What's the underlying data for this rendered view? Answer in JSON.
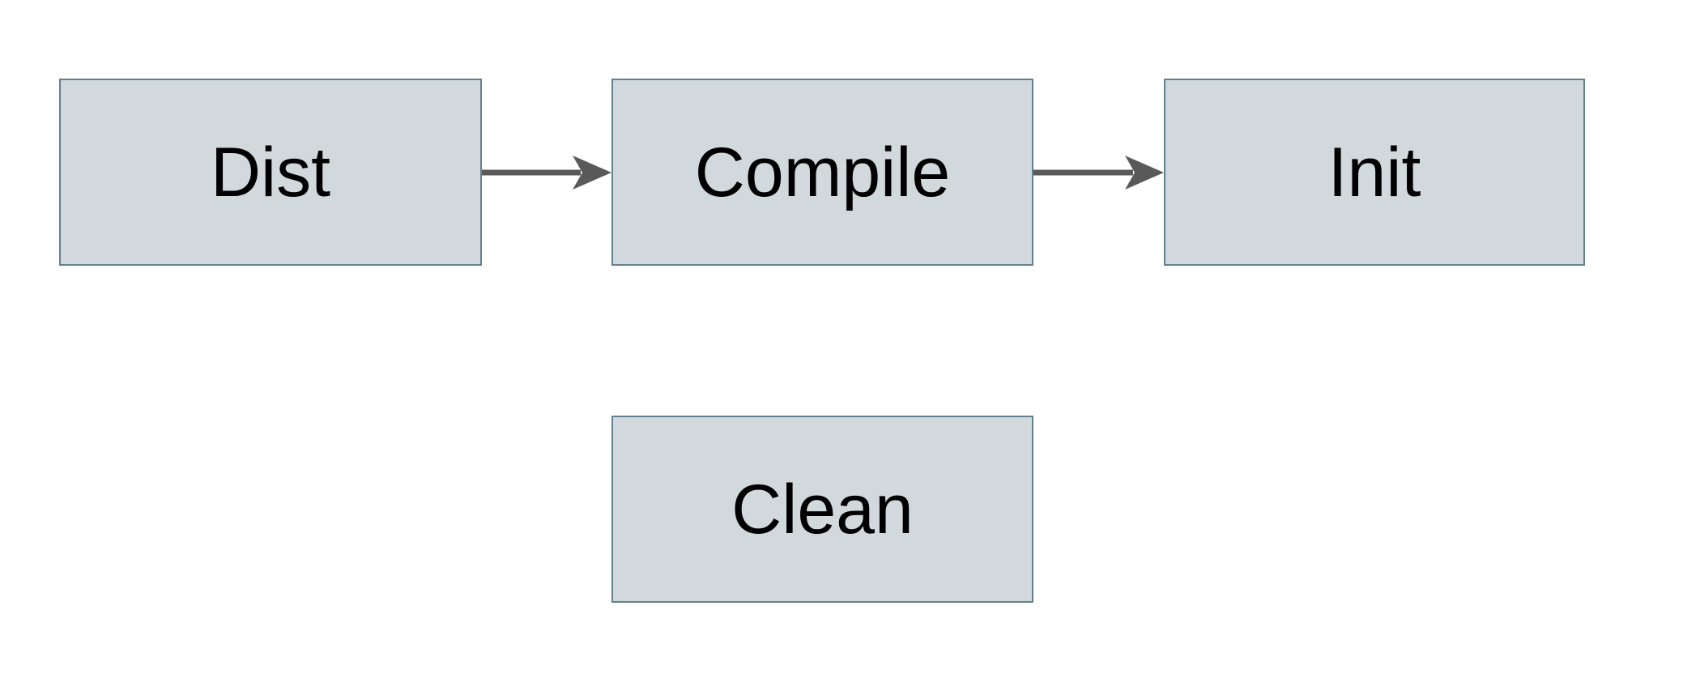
{
  "diagram": {
    "type": "flowchart",
    "nodes": {
      "dist": {
        "label": "Dist"
      },
      "compile": {
        "label": "Compile"
      },
      "init": {
        "label": "Init"
      },
      "clean": {
        "label": "Clean"
      }
    },
    "edges": [
      {
        "from": "Dist",
        "to": "Compile"
      },
      {
        "from": "Compile",
        "to": "Init"
      }
    ],
    "colors": {
      "background": "#ffffff",
      "node_fill": "#d1d9dc",
      "node_border": "#64808e",
      "arrow": "#595959",
      "text": "#000000"
    }
  }
}
